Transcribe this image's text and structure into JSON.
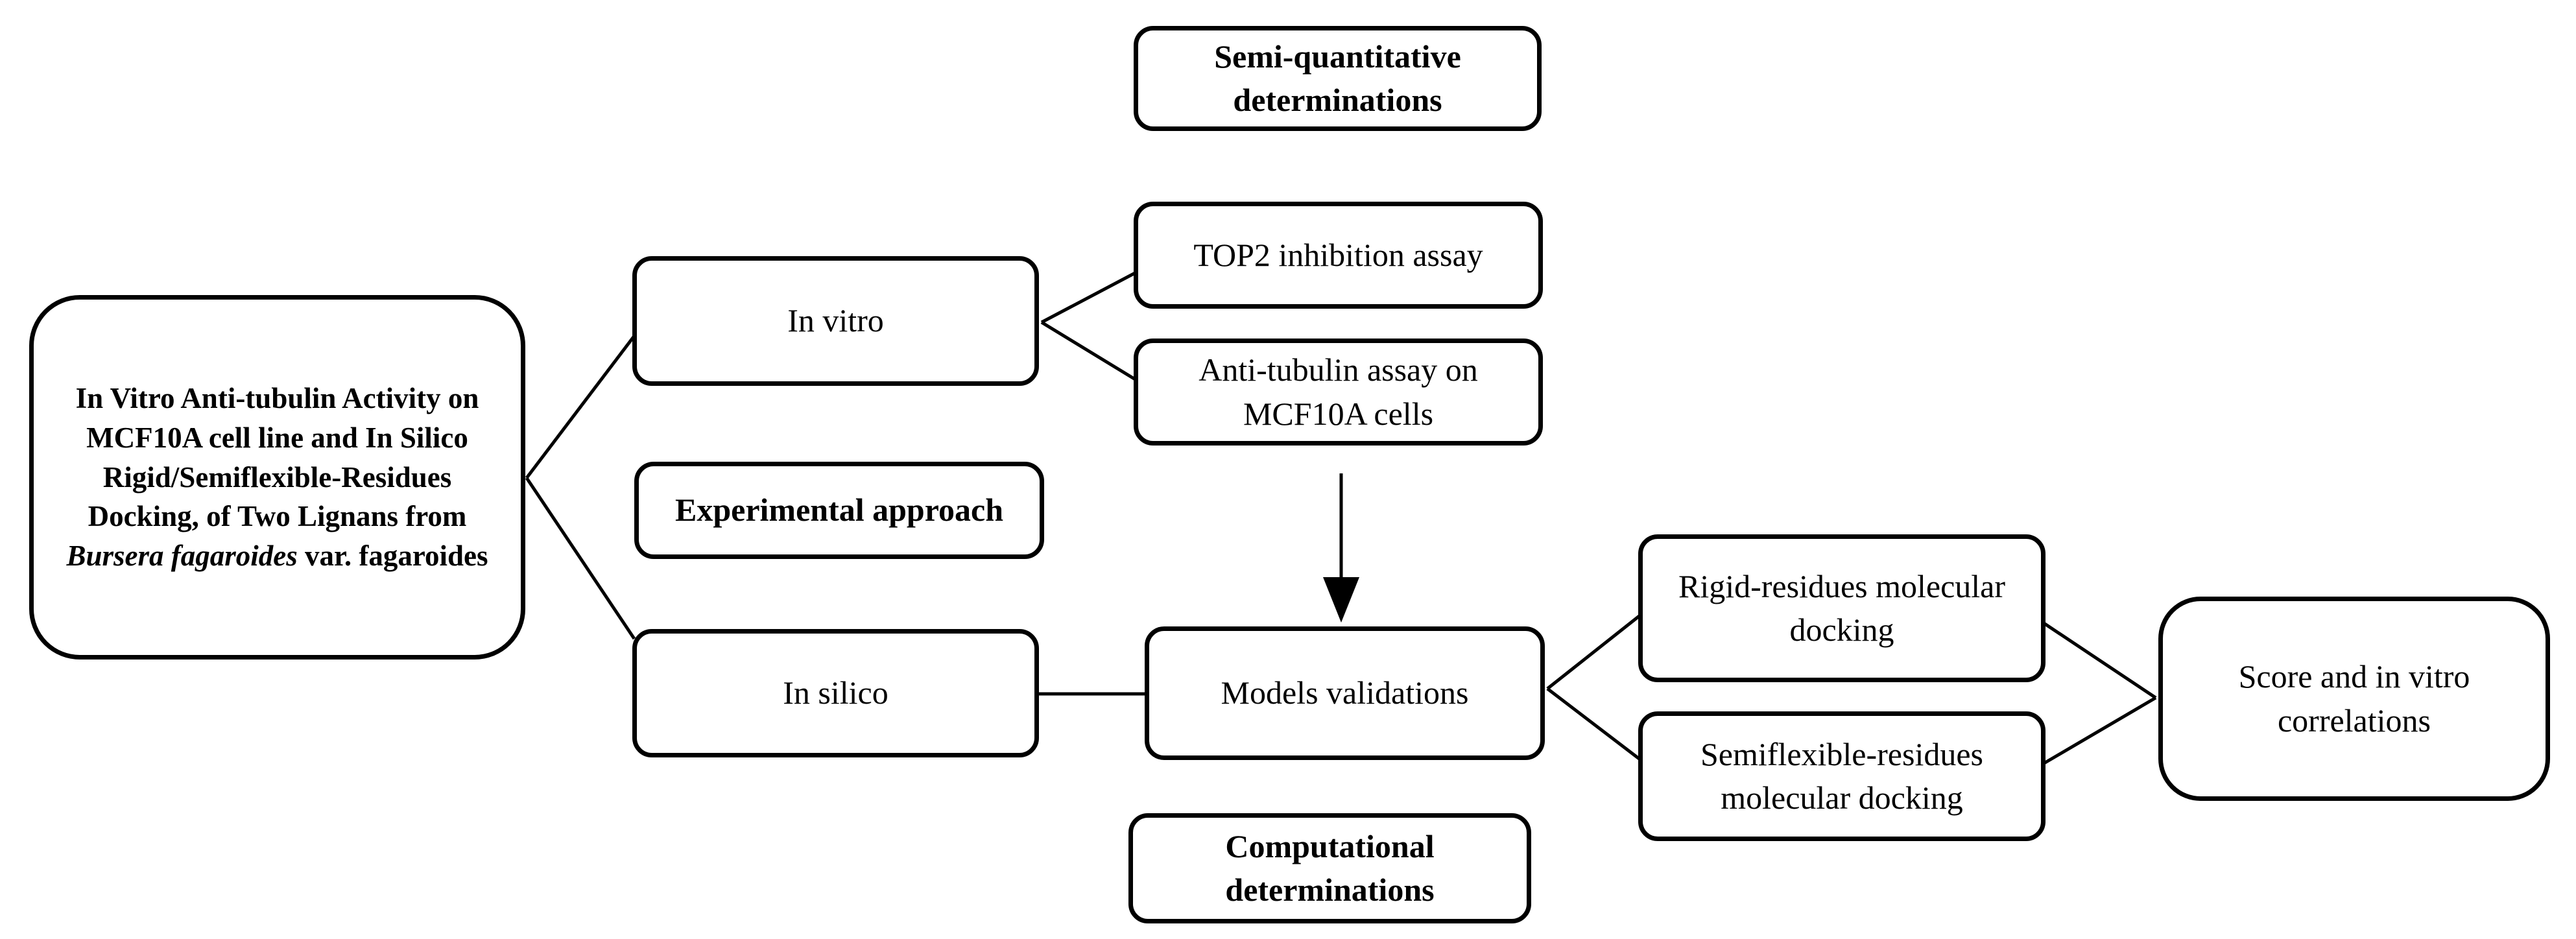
{
  "diagram": {
    "background_color": "#ffffff",
    "stroke_color": "#000000",
    "nodes": {
      "title": {
        "part1": "In Vitro Anti-tubulin Activity on MCF10A cell line and In Silico Rigid/Semiflexible-Residues Docking, of Two Lignans from ",
        "italic": "Bursera fagaroides",
        "part2": " var. fagaroides"
      },
      "semi_quantitative": {
        "label": "Semi-quantitative determinations"
      },
      "in_vitro": {
        "label": "In vitro"
      },
      "top2": {
        "label": "TOP2 inhibition assay"
      },
      "anti_tubulin": {
        "label": "Anti-tubulin assay on MCF10A cells"
      },
      "experimental": {
        "label": "Experimental approach"
      },
      "in_silico": {
        "label": "In silico"
      },
      "models": {
        "label": "Models validations"
      },
      "rigid": {
        "label": "Rigid-residues molecular docking"
      },
      "semiflexible": {
        "label": "Semiflexible-residues molecular docking"
      },
      "score": {
        "label": "Score and in vitro correlations"
      },
      "computational": {
        "label": "Computational determinations"
      }
    }
  }
}
